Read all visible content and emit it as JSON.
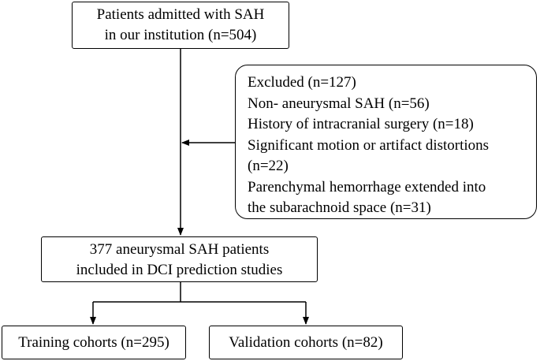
{
  "flowchart": {
    "admitted": {
      "lines": [
        "Patients admitted with SAH",
        "in our institution (n=504)"
      ]
    },
    "excluded": {
      "lines": [
        "Excluded (n=127)",
        "Non- aneurysmal SAH (n=56)",
        "History of intracranial surgery (n=18)",
        "Significant motion or artifact distortions",
        "(n=22)",
        "Parenchymal hemorrhage extended into",
        "the subarachnoid space (n=31)"
      ]
    },
    "included": {
      "lines": [
        "377 aneurysmal SAH patients",
        "included in DCI prediction studies"
      ]
    },
    "training": {
      "label": "Training cohorts (n=295)"
    },
    "validation": {
      "label": "Validation cohorts (n=82)"
    }
  },
  "colors": {
    "line": "#000000",
    "background": "#ffffff"
  }
}
